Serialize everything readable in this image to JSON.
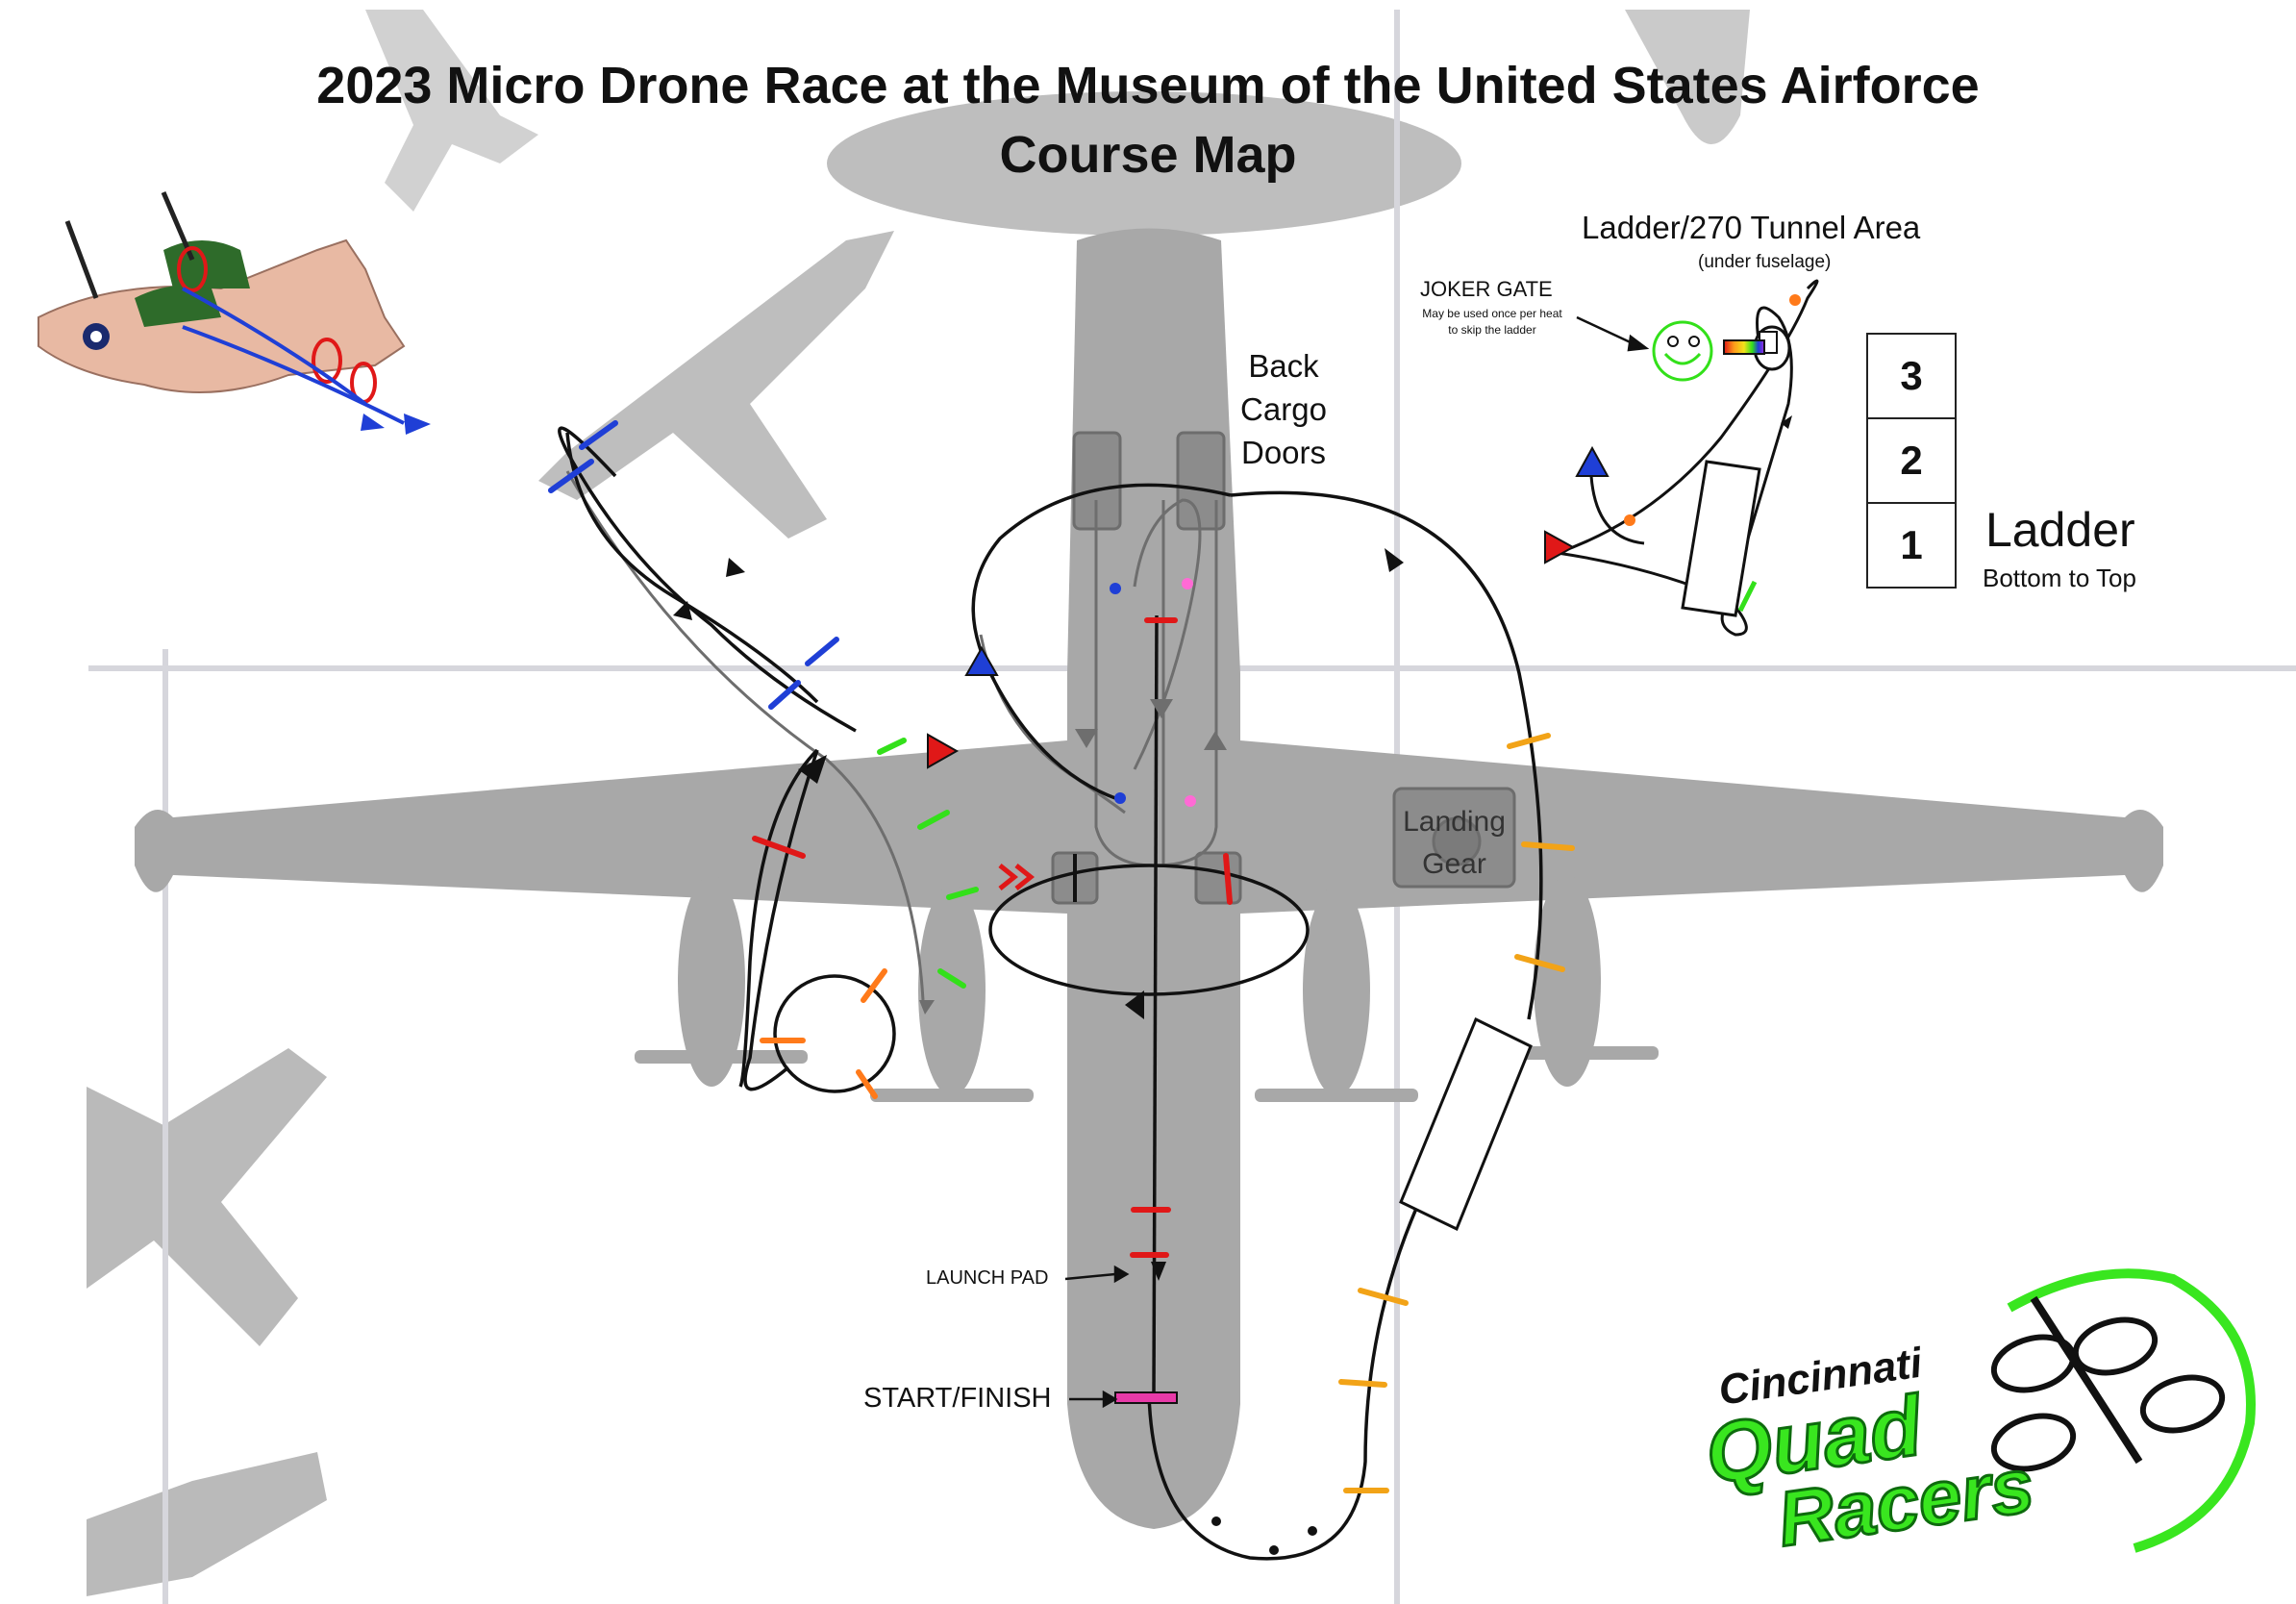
{
  "title": {
    "line1": "2023 Micro Drone Race at the Museum of the United States Airforce",
    "line2": "Course Map"
  },
  "labels": {
    "back_cargo_doors": [
      "Back",
      "Cargo",
      "Doors"
    ],
    "landing_gear": [
      "Landing",
      "Gear"
    ],
    "launch_pad": "LAUNCH PAD",
    "start_finish": "START/FINISH"
  },
  "inset": {
    "title": "Ladder/270 Tunnel Area",
    "subtitle": "(under fuselage)",
    "joker_gate": "JOKER GATE",
    "joker_note_1": "May be used once per heat",
    "joker_note_2": "to skip the ladder",
    "ladder_levels": [
      "3",
      "2",
      "1"
    ],
    "ladder_title": "Ladder",
    "ladder_subtitle": "Bottom to Top"
  },
  "logo": {
    "line1": "Cincinnati",
    "line2": "Quad",
    "line3": "Racers"
  },
  "colors": {
    "aircraft_silhouette": "#a8a8a8",
    "course_line": "#111111",
    "blue_gate": "#1f3fd6",
    "red_gate": "#e01818",
    "green_gate": "#33e01a",
    "orange_gate": "#ff7a1a",
    "yellow_gate": "#f2a317",
    "logo_green": "#39e61f"
  }
}
